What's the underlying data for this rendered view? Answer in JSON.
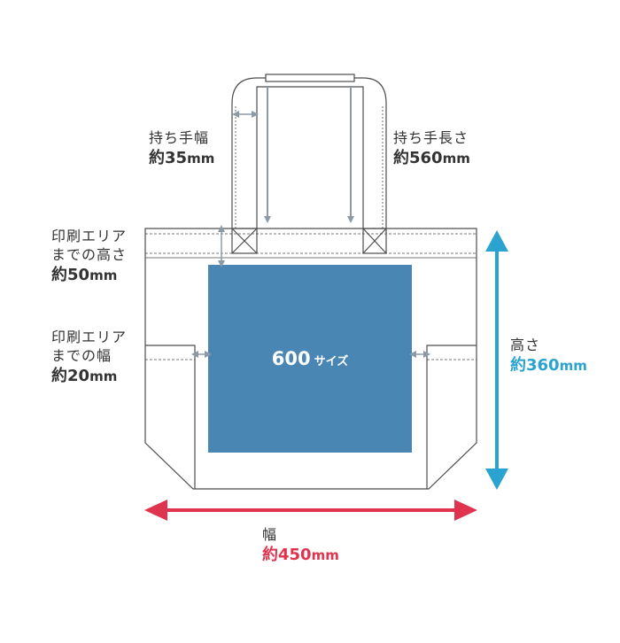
{
  "colors": {
    "outline": "#4d4d4d",
    "print_area": "#4a86b3",
    "dimension_gray": "#8c9aa6",
    "height_arrow": "#2aa3d0",
    "width_arrow": "#e0334e",
    "label_text": "#333333"
  },
  "print_area": {
    "size_label": "600",
    "size_suffix": "サイズ"
  },
  "handle_width": {
    "label": "持ち手幅",
    "value": "約35",
    "unit": "mm"
  },
  "handle_length": {
    "label": "持ち手長さ",
    "value": "約560",
    "unit": "mm"
  },
  "print_height_gap": {
    "label_line1": "印刷エリア",
    "label_line2": "までの高さ",
    "value": "約50",
    "unit": "mm"
  },
  "print_width_gap": {
    "label_line1": "印刷エリア",
    "label_line2": "までの幅",
    "value": "約20",
    "unit": "mm"
  },
  "bag_height": {
    "label": "高さ",
    "value": "約360",
    "unit": "mm"
  },
  "bag_width": {
    "label": "幅",
    "value": "約450",
    "unit": "mm"
  }
}
